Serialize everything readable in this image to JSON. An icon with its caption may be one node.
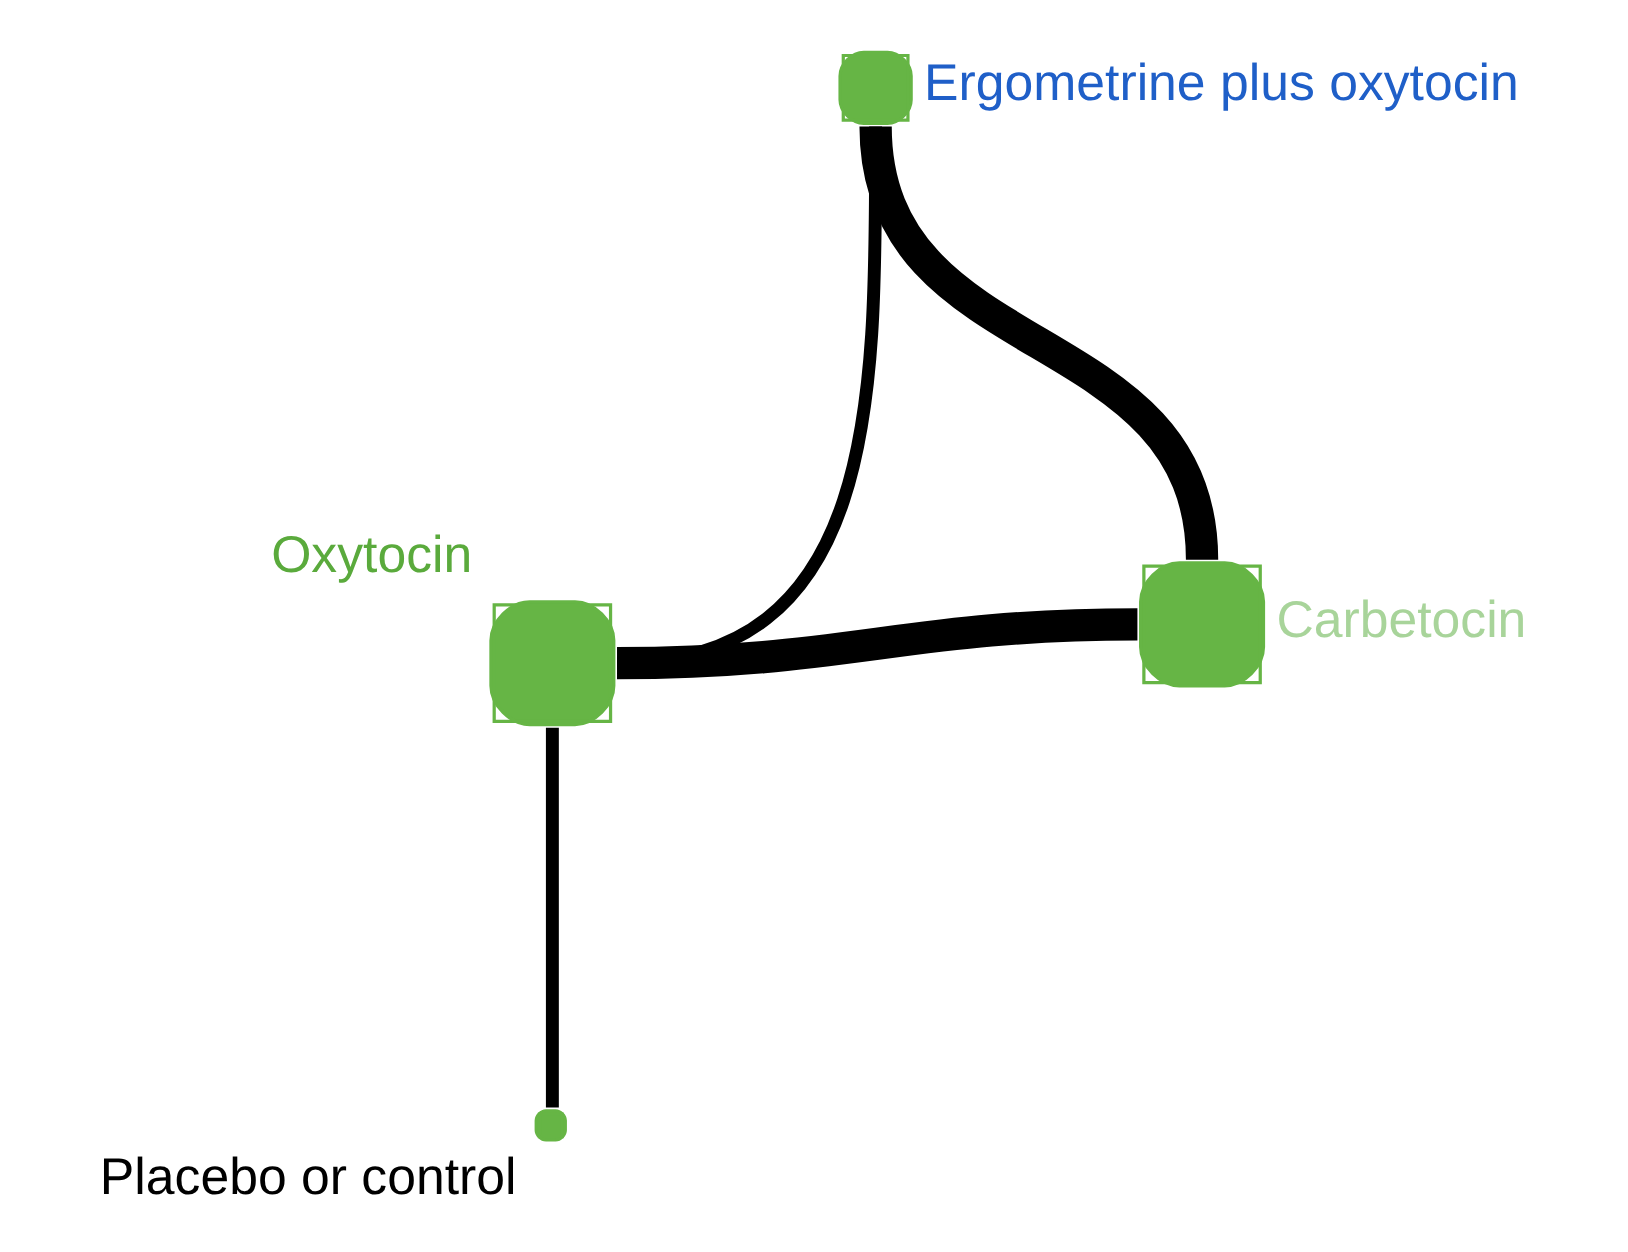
{
  "diagram": {
    "nodes": [
      {
        "text": [
          "Ergometrine plus oxytocin"
        ]
      },
      {
        "text": [
          "Oxytocin"
        ]
      },
      {
        "text": [
          "Carbetocin"
        ]
      },
      {
        "text": [
          "Placebo or control"
        ]
      }
    ],
    "edges": [
      {
        "from": 1,
        "to": 0,
        "arrow": "none"
      },
      {
        "from": 0,
        "to": 2,
        "arrow": "none",
        "style": "thick"
      },
      {
        "from": 1,
        "to": 2,
        "arrow": "none",
        "style": "thick"
      },
      {
        "from": 1,
        "to": 3,
        "arrow": "none"
      }
    ]
  }
}
